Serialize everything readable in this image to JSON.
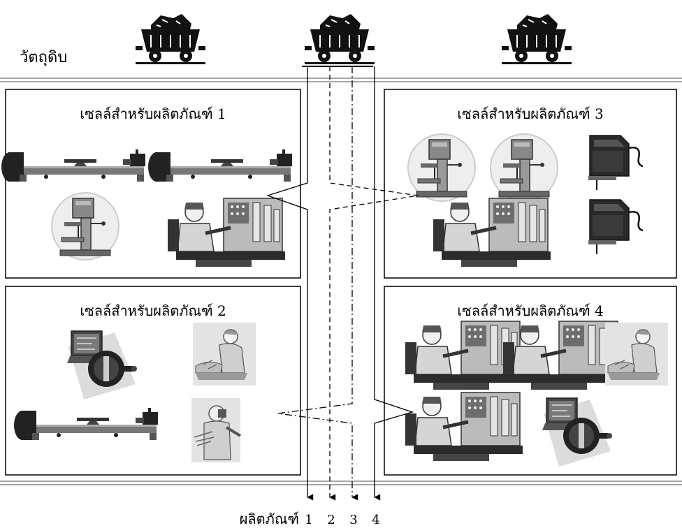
{
  "raw_material_label": "วัตถุดิบ",
  "cells": [
    {
      "title": "เซลล์สำหรับผลิตภัณฑ์ 1",
      "icons": [
        "lathe-icon",
        "lathe-icon",
        "drill-press-icon",
        "cnc-operator-icon"
      ]
    },
    {
      "title": "เซลล์สำหรับผลิตภัณฑ์ 2",
      "icons": [
        "grinder-computer-icon",
        "assembly-worker-icon",
        "lathe-icon",
        "welder-icon"
      ]
    },
    {
      "title": "เซลล์สำหรับผลิตภัณฑ์ 3",
      "icons": [
        "drill-press-icon",
        "drill-press-icon",
        "jigsaw-icon",
        "jigsaw-icon",
        "cnc-operator-icon"
      ]
    },
    {
      "title": "เซลล์สำหรับผลิตภัณฑ์ 4",
      "icons": [
        "cnc-operator-icon",
        "cnc-operator-icon",
        "assembly-worker-icon",
        "cnc-operator-icon",
        "grinder-computer-icon"
      ]
    }
  ],
  "flows": [
    {
      "product": "1",
      "line_style": "solid"
    },
    {
      "product": "2",
      "line_style": "dashed"
    },
    {
      "product": "3",
      "line_style": "dash-dot"
    },
    {
      "product": "4",
      "line_style": "solid"
    }
  ],
  "output_label": "ผลิตภัณฑ์"
}
